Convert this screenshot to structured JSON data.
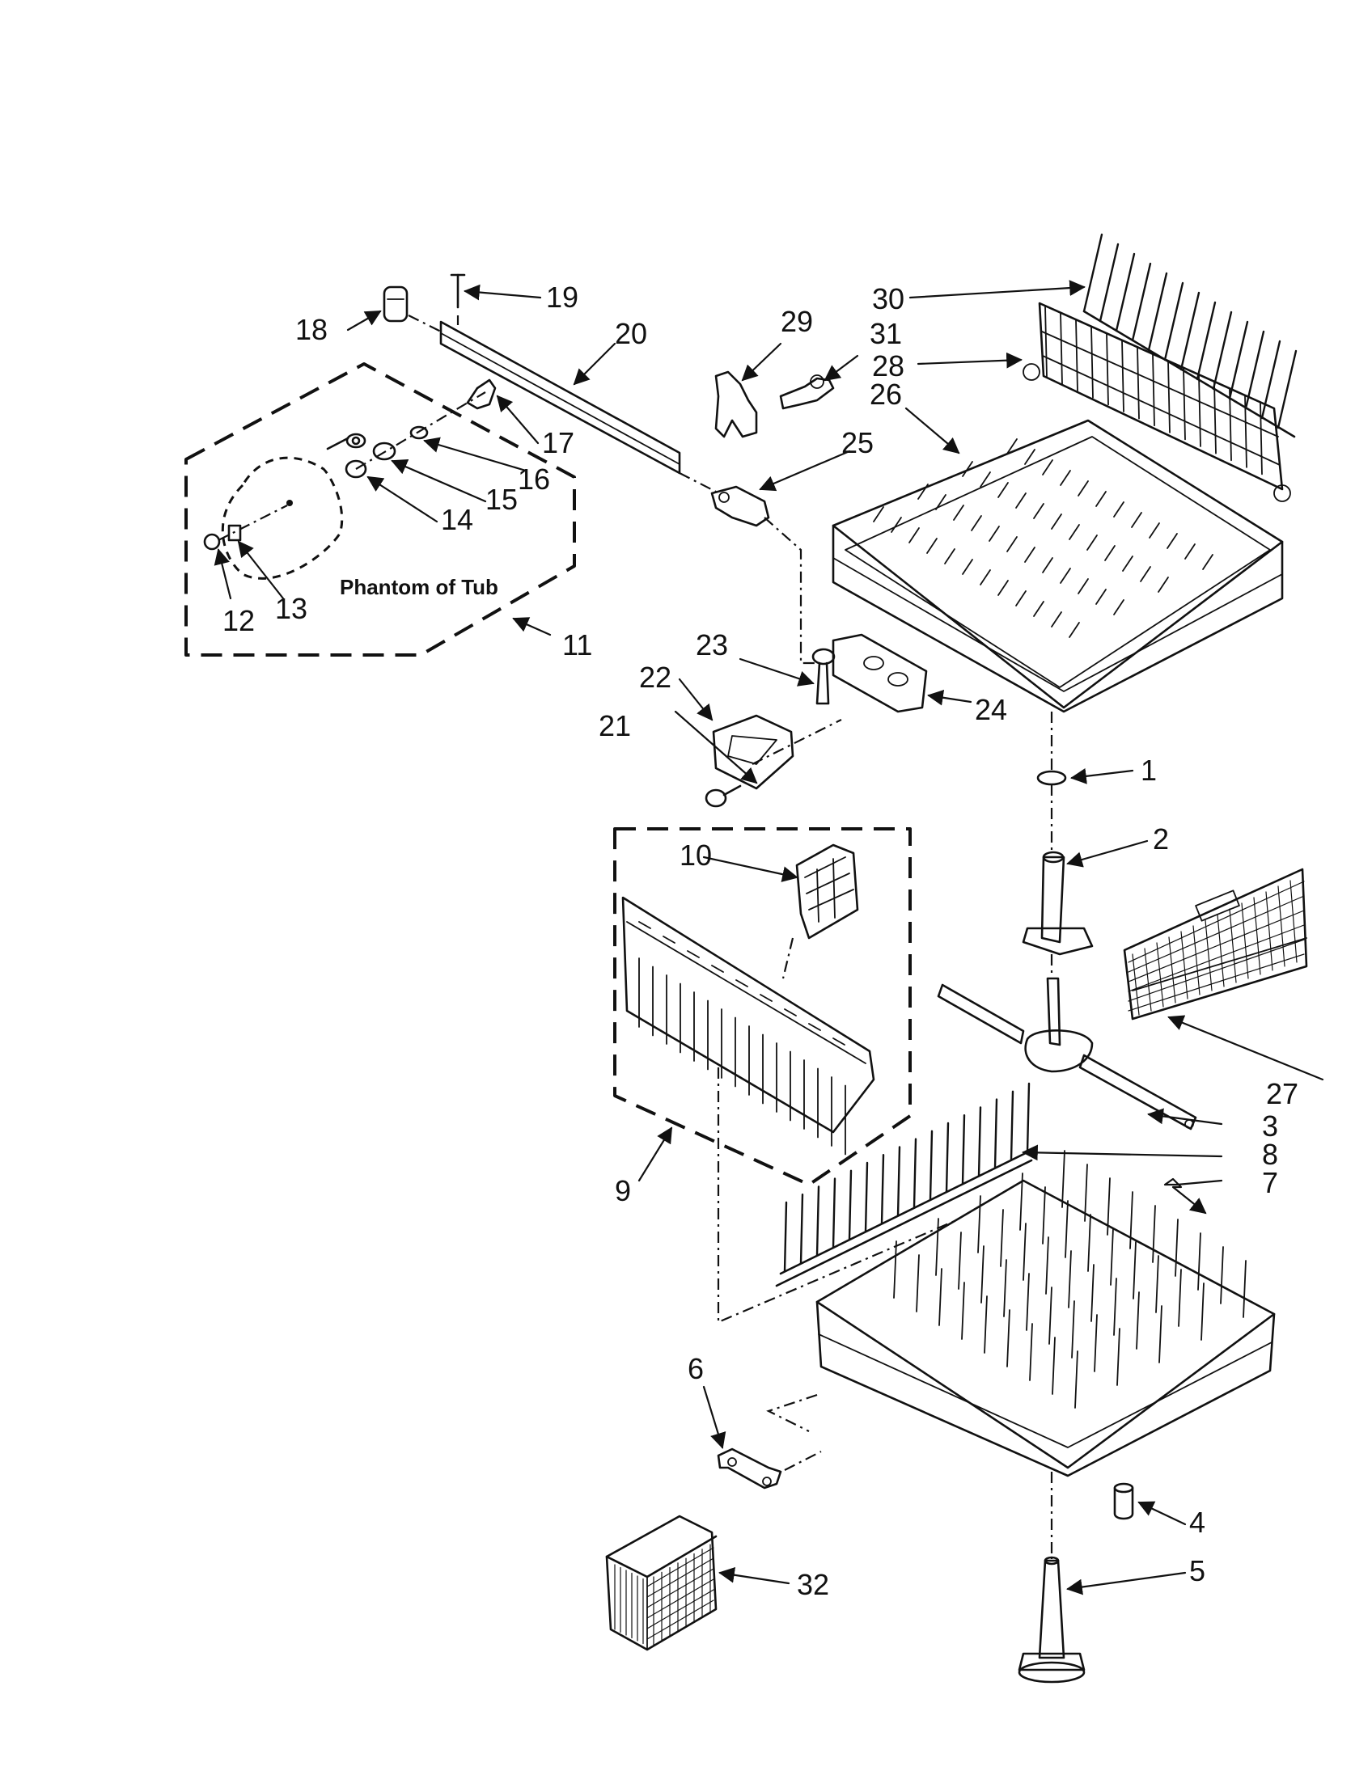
{
  "phantom_label": "Phantom of Tub",
  "callouts": {
    "c1": "1",
    "c2": "2",
    "c3": "3",
    "c4": "4",
    "c5": "5",
    "c6": "6",
    "c7": "7",
    "c8": "8",
    "c9": "9",
    "c10": "10",
    "c11": "11",
    "c12": "12",
    "c13": "13",
    "c14": "14",
    "c15": "15",
    "c16": "16",
    "c17": "17",
    "c18": "18",
    "c19": "19",
    "c20": "20",
    "c21": "21",
    "c22": "22",
    "c23": "23",
    "c24": "24",
    "c25": "25",
    "c26": "26",
    "c27": "27",
    "c28": "28",
    "c29": "29",
    "c30": "30",
    "c31": "31",
    "c32": "32"
  },
  "colors": {
    "ink": "#111111",
    "paper": "#ffffff"
  }
}
